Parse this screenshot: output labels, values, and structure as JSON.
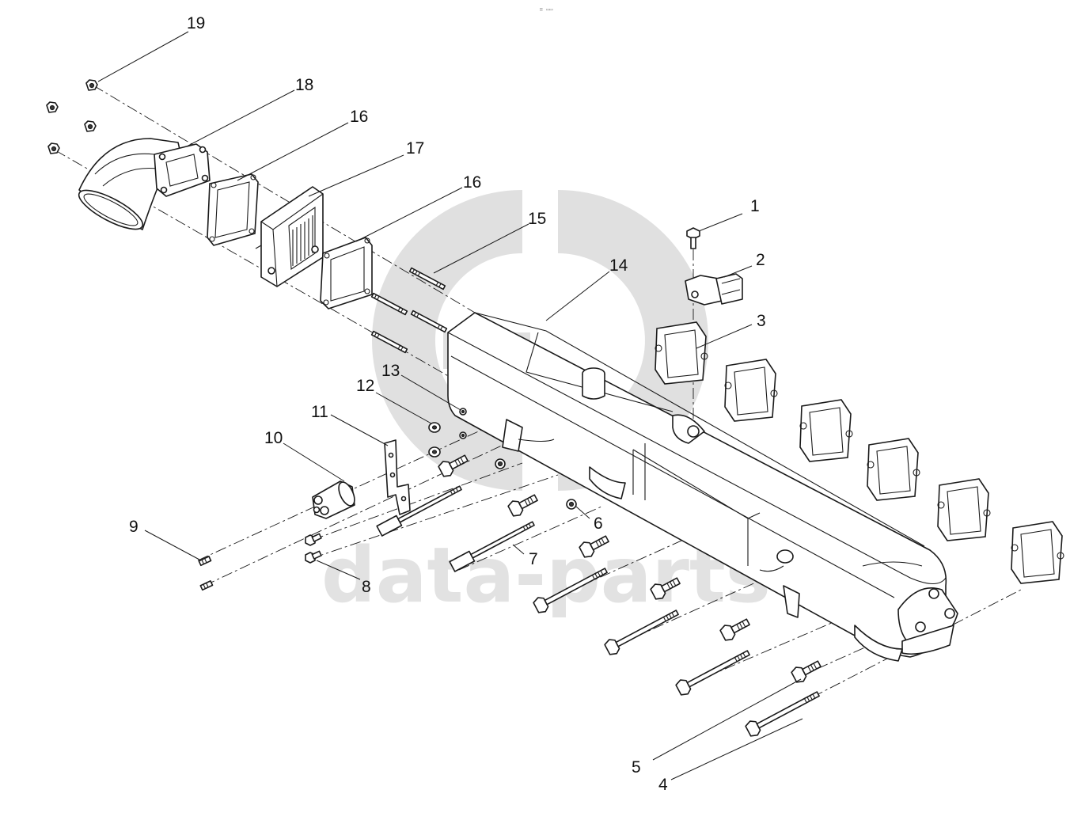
{
  "watermark": {
    "text": "data-parts",
    "logo_color": "#e0e0e0",
    "top_mark": "≡ ▭▭"
  },
  "callouts": [
    {
      "id": "1",
      "label": "1"
    },
    {
      "id": "2",
      "label": "2"
    },
    {
      "id": "3",
      "label": "3"
    },
    {
      "id": "4",
      "label": "4"
    },
    {
      "id": "5",
      "label": "5"
    },
    {
      "id": "6",
      "label": "6"
    },
    {
      "id": "7",
      "label": "7"
    },
    {
      "id": "8",
      "label": "8"
    },
    {
      "id": "9",
      "label": "9"
    },
    {
      "id": "10",
      "label": "10"
    },
    {
      "id": "11",
      "label": "11"
    },
    {
      "id": "12",
      "label": "12"
    },
    {
      "id": "13",
      "label": "13"
    },
    {
      "id": "14",
      "label": "14"
    },
    {
      "id": "15",
      "label": "15"
    },
    {
      "id": "16a",
      "label": "16"
    },
    {
      "id": "16b",
      "label": "16"
    },
    {
      "id": "17",
      "label": "17"
    },
    {
      "id": "18",
      "label": "18"
    },
    {
      "id": "19",
      "label": "19"
    }
  ],
  "colors": {
    "line": "#1a1a1a",
    "background": "#ffffff",
    "watermark": "#e0e0e0"
  }
}
